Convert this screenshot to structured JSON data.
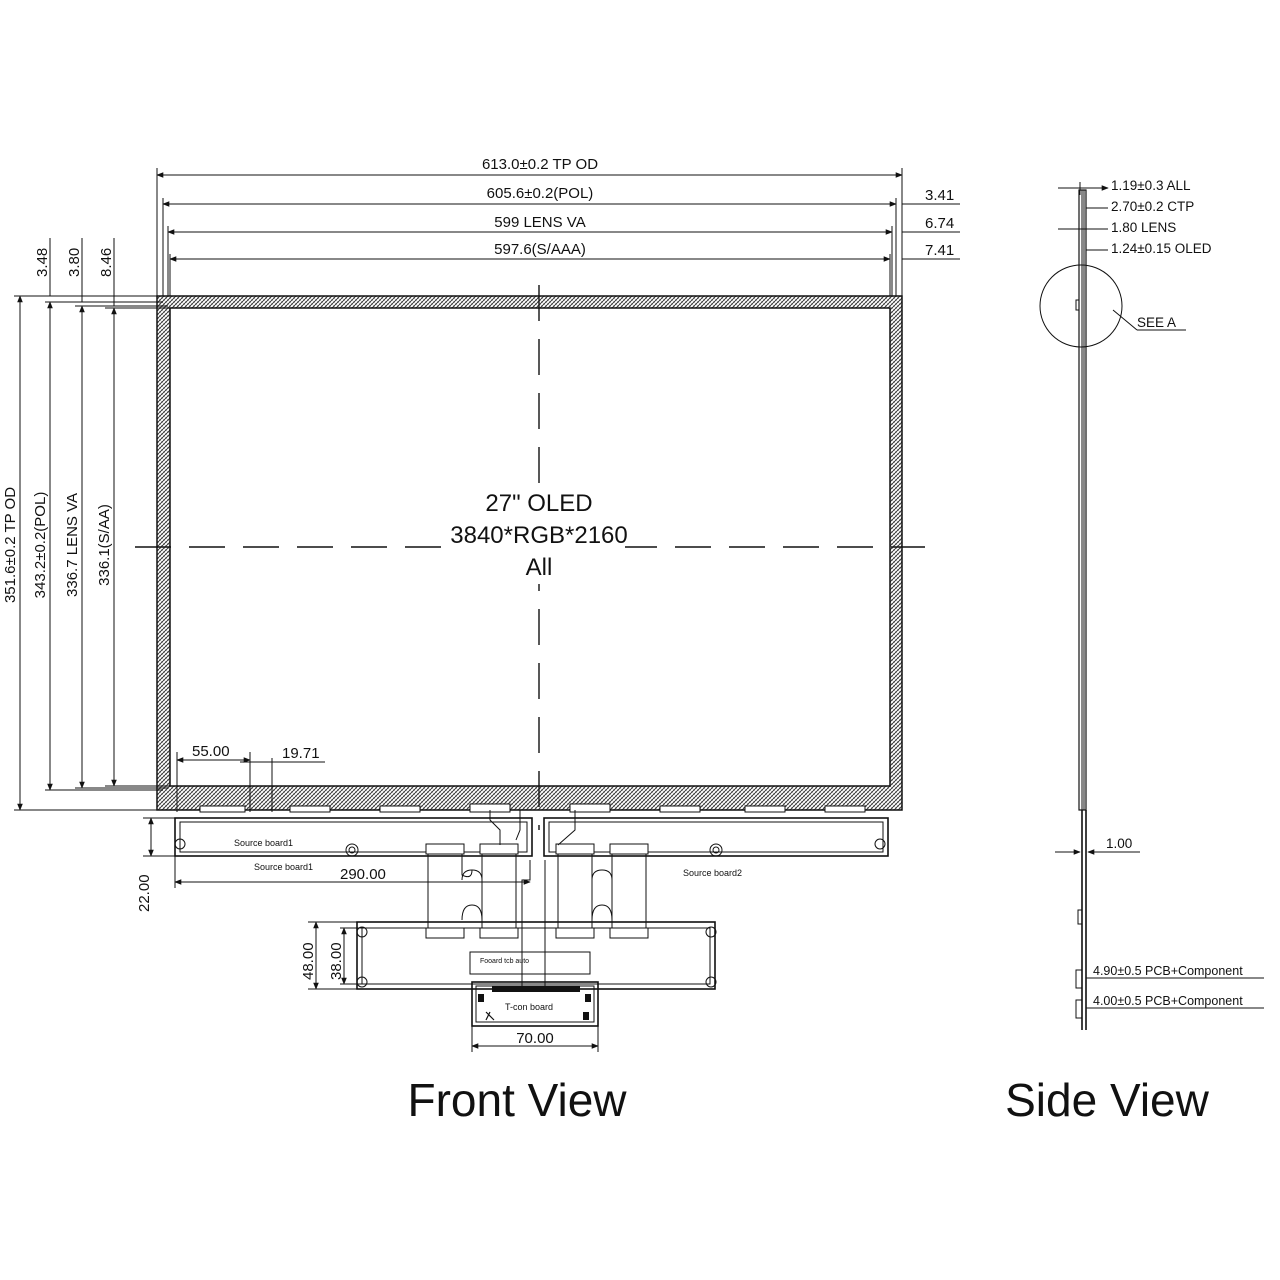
{
  "front_view": {
    "title": "Front View",
    "panel_label": {
      "line1": "27\" OLED",
      "line2": "3840*RGB*2160",
      "line3": "All"
    },
    "top_dims": {
      "tp_od": "613.0±0.2 TP OD",
      "pol": "605.6±0.2(POL)",
      "lens_va": "599 LENS VA",
      "saaa": "597.6(S/AAA)",
      "r1": "3.41",
      "r2": "6.74",
      "r3": "7.41"
    },
    "left_dims": {
      "tp_od": "351.6±0.2 TP OD",
      "pol": "343.2±0.2(POL)",
      "lens_va": "336.7 LENS VA",
      "saa": "336.1(S/AA)",
      "t1": "3.48",
      "t2": "3.80",
      "t3": "8.46"
    },
    "bottom_dims": {
      "d55": "55.00",
      "d1971": "19.71",
      "d290": "290.00",
      "d22": "22.00",
      "d48": "48.00",
      "d38": "38.00",
      "d70": "70.00"
    },
    "boards": {
      "source1_upper": "Source board1",
      "source1_lower": "Source board1",
      "source2": "Source board2",
      "tcon": "T-con board",
      "fpc": "Fooard tcb auto"
    }
  },
  "side_view": {
    "title": "Side View",
    "callouts": {
      "all": "1.19±0.3 ALL",
      "ctp": "2.70±0.2 CTP",
      "lens": "1.80 LENS",
      "oled": "1.24±0.15 OLED",
      "see_a": "SEE A",
      "t100": "1.00",
      "pcb1": "4.90±0.5 PCB+Component",
      "pcb2": "4.00±0.5 PCB+Component"
    }
  }
}
